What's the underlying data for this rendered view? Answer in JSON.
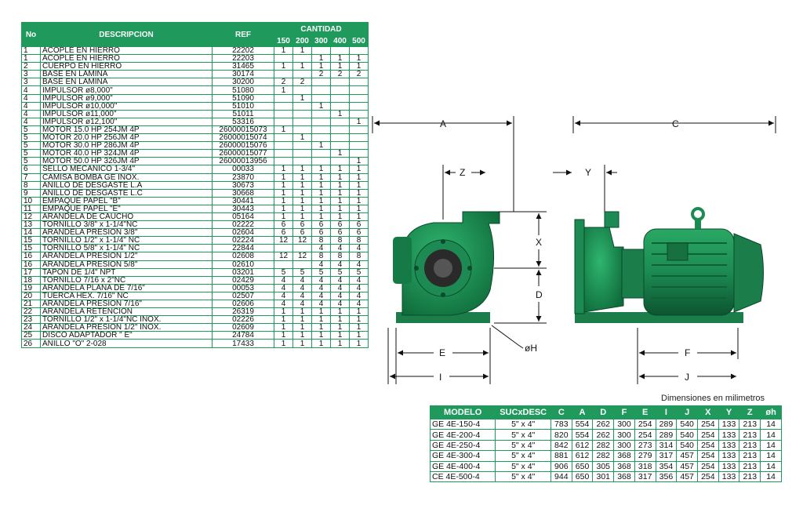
{
  "parts_table": {
    "headers": {
      "no": "No",
      "descripcion": "DESCRIPCION",
      "ref": "REF",
      "cantidad": "CANTIDAD"
    },
    "sizes": [
      "150",
      "200",
      "300",
      "400",
      "500"
    ],
    "rows": [
      {
        "no": "1",
        "desc": "ACOPLE EN HIERRO",
        "ref": "22202",
        "q": [
          "1",
          "1",
          "",
          "",
          ""
        ]
      },
      {
        "no": "1",
        "desc": "ACOPLE EN HIERRO",
        "ref": "22203",
        "q": [
          "",
          "",
          "1",
          "1",
          "1"
        ]
      },
      {
        "no": "2",
        "desc": "CUERPO EN HIERRO",
        "ref": "31465",
        "q": [
          "1",
          "1",
          "1",
          "1",
          "1"
        ]
      },
      {
        "no": "3",
        "desc": "BASE EN LAMINA",
        "ref": "30174",
        "q": [
          "",
          "",
          "2",
          "2",
          "2"
        ]
      },
      {
        "no": "3",
        "desc": "BASE EN LAMINA",
        "ref": "30200",
        "q": [
          "2",
          "2",
          "",
          "",
          ""
        ]
      },
      {
        "no": "4",
        "desc": "IMPULSOR  ø8,000\"",
        "ref": "51080",
        "q": [
          "1",
          "",
          "",
          "",
          ""
        ]
      },
      {
        "no": "4",
        "desc": "IMPULSOR  ø9,000\"",
        "ref": "51090",
        "q": [
          "",
          "1",
          "",
          "",
          ""
        ]
      },
      {
        "no": "4",
        "desc": "IMPULSOR  ø10,000\"",
        "ref": "51010",
        "q": [
          "",
          "",
          "1",
          "",
          ""
        ]
      },
      {
        "no": "4",
        "desc": "IMPULSOR  ø11,000\"",
        "ref": "51011",
        "q": [
          "",
          "",
          "",
          "1",
          ""
        ]
      },
      {
        "no": "4",
        "desc": "IMPULSOR  ø12,100\"",
        "ref": "53316",
        "q": [
          "",
          "",
          "",
          "",
          "1"
        ]
      },
      {
        "no": "5",
        "desc": "MOTOR 15.0 HP 254JM 4P",
        "ref": "26000015073",
        "q": [
          "1",
          "",
          "",
          "",
          ""
        ]
      },
      {
        "no": "5",
        "desc": "MOTOR 20.0 HP 256JM 4P",
        "ref": "26000015074",
        "q": [
          "",
          "1",
          "",
          "",
          ""
        ]
      },
      {
        "no": "5",
        "desc": "MOTOR 30.0 HP 286JM 4P",
        "ref": "26000015076",
        "q": [
          "",
          "",
          "1",
          "",
          ""
        ]
      },
      {
        "no": "5",
        "desc": "MOTOR 40.0 HP 324JM 4P",
        "ref": "26000015077",
        "q": [
          "",
          "",
          "",
          "1",
          ""
        ]
      },
      {
        "no": "5",
        "desc": "MOTOR 50.0 HP 326JM 4P",
        "ref": "26000013956",
        "q": [
          "",
          "",
          "",
          "",
          "1"
        ]
      },
      {
        "no": "6",
        "desc": "SELLO MECANICO 1-3/4\"",
        "ref": "00033",
        "q": [
          "1",
          "1",
          "1",
          "1",
          "1"
        ]
      },
      {
        "no": "7",
        "desc": "CAMISA BOMBA GE INOX.",
        "ref": "23870",
        "q": [
          "1",
          "1",
          "1",
          "1",
          "1"
        ]
      },
      {
        "no": "8",
        "desc": "ANILLO DE DESGASTE L.A",
        "ref": "30673",
        "q": [
          "1",
          "1",
          "1",
          "1",
          "1"
        ]
      },
      {
        "no": "9",
        "desc": "ANILLO DE DESGASTE L.C",
        "ref": "30668",
        "q": [
          "1",
          "1",
          "1",
          "1",
          "1"
        ]
      },
      {
        "no": "10",
        "desc": "EMPAQUE PAPEL \"B\"",
        "ref": "30441",
        "q": [
          "1",
          "1",
          "1",
          "1",
          "1"
        ]
      },
      {
        "no": "11",
        "desc": "EMPAQUE PAPEL \"E\"",
        "ref": "30443",
        "q": [
          "1",
          "1",
          "1",
          "1",
          "1"
        ]
      },
      {
        "no": "12",
        "desc": "ARANDELA DE CAUCHO",
        "ref": "05164",
        "q": [
          "1",
          "1",
          "1",
          "1",
          "1"
        ]
      },
      {
        "no": "13",
        "desc": "TORNILLO 3/8\" x 1-1/4\"NC",
        "ref": "02222",
        "q": [
          "6",
          "6",
          "6",
          "6",
          "6"
        ]
      },
      {
        "no": "14",
        "desc": "ARANDELA PRESION 3/8\"",
        "ref": "02604",
        "q": [
          "6",
          "6",
          "6",
          "6",
          "6"
        ]
      },
      {
        "no": "15",
        "desc": "TORNILLO 1/2\" x 1-1/4\" NC",
        "ref": "02224",
        "q": [
          "12",
          "12",
          "8",
          "8",
          "8"
        ]
      },
      {
        "no": "15",
        "desc": "TORNILLO 5/8\" x 1-1/4\" NC",
        "ref": "22844",
        "q": [
          "",
          "",
          "4",
          "4",
          "4"
        ]
      },
      {
        "no": "16",
        "desc": "ARANDELA PRESION 1/2\"",
        "ref": "02608",
        "q": [
          "12",
          "12",
          "8",
          "8",
          "8"
        ]
      },
      {
        "no": "16",
        "desc": "ARANDELA PRESION 5/8\"",
        "ref": "02610",
        "q": [
          "",
          "",
          "4",
          "4",
          "4"
        ]
      },
      {
        "no": "17",
        "desc": "TAPON DE 1/4\" NPT",
        "ref": "03201",
        "q": [
          "5",
          "5",
          "5",
          "5",
          "5"
        ]
      },
      {
        "no": "18",
        "desc": "TORNILLO 7/16 x 2\"NC",
        "ref": "02429",
        "q": [
          "4",
          "4",
          "4",
          "4",
          "4"
        ]
      },
      {
        "no": "19",
        "desc": "ARANDELA PLANA DE 7/16\"",
        "ref": "00053",
        "q": [
          "4",
          "4",
          "4",
          "4",
          "4"
        ]
      },
      {
        "no": "20",
        "desc": "TUERCA HEX. 7/16\" NC",
        "ref": "02507",
        "q": [
          "4",
          "4",
          "4",
          "4",
          "4"
        ]
      },
      {
        "no": "21",
        "desc": "ARANDELA PRESION 7/16\"",
        "ref": "02606",
        "q": [
          "4",
          "4",
          "4",
          "4",
          "4"
        ]
      },
      {
        "no": "22",
        "desc": "ARANDELA RETENCION",
        "ref": "26319",
        "q": [
          "1",
          "1",
          "1",
          "1",
          "1"
        ]
      },
      {
        "no": "23",
        "desc": "TORNILLO 1/2\" x 1-1/4\"NC INOX.",
        "ref": "02226",
        "q": [
          "1",
          "1",
          "1",
          "1",
          "1"
        ]
      },
      {
        "no": "24",
        "desc": "ARANDELA PRESION 1/2\" INOX.",
        "ref": "02609",
        "q": [
          "1",
          "1",
          "1",
          "1",
          "1"
        ]
      },
      {
        "no": "25",
        "desc": "DISCO ADAPTADOR \" E\"",
        "ref": "24784",
        "q": [
          "1",
          "1",
          "1",
          "1",
          "1"
        ]
      },
      {
        "no": "26",
        "desc": "ANILLO \"O\" 2-028",
        "ref": "17433",
        "q": [
          "1",
          "1",
          "1",
          "1",
          "1"
        ]
      }
    ]
  },
  "dimension_labels": {
    "A": "A",
    "C": "C",
    "Z": "Z",
    "Y": "Y",
    "X": "X",
    "D": "D",
    "E": "E",
    "F": "F",
    "I": "I",
    "J": "J",
    "oH": "øH"
  },
  "dimensions_table": {
    "caption": "Dimensiones en milimetros",
    "headers": [
      "MODELO",
      "SUCxDESC",
      "C",
      "A",
      "D",
      "F",
      "E",
      "I",
      "J",
      "X",
      "Y",
      "Z",
      "øh"
    ],
    "rows": [
      [
        "GE 4E-150-4",
        "5\" x 4\"",
        "783",
        "554",
        "262",
        "300",
        "254",
        "289",
        "540",
        "254",
        "133",
        "213",
        "14"
      ],
      [
        "GE 4E-200-4",
        "5\" x 4\"",
        "820",
        "554",
        "262",
        "300",
        "254",
        "289",
        "540",
        "254",
        "133",
        "213",
        "14"
      ],
      [
        "GE 4E-250-4",
        "5\" x 4\"",
        "842",
        "612",
        "282",
        "300",
        "273",
        "314",
        "540",
        "254",
        "133",
        "213",
        "14"
      ],
      [
        "GE 4E-300-4",
        "5\" x 4\"",
        "881",
        "612",
        "282",
        "368",
        "279",
        "317",
        "457",
        "254",
        "133",
        "213",
        "14"
      ],
      [
        "GE 4E-400-4",
        "5\" x 4\"",
        "906",
        "650",
        "305",
        "368",
        "318",
        "354",
        "457",
        "254",
        "133",
        "213",
        "14"
      ],
      [
        "CE 4E-500-4",
        "5\" x 4\"",
        "944",
        "650",
        "301",
        "368",
        "317",
        "356",
        "457",
        "254",
        "133",
        "213",
        "14"
      ]
    ]
  },
  "colors": {
    "table_green": "#1f9a5c",
    "pump_green": "#1c8a52",
    "pump_dark": "#0f5e36"
  }
}
